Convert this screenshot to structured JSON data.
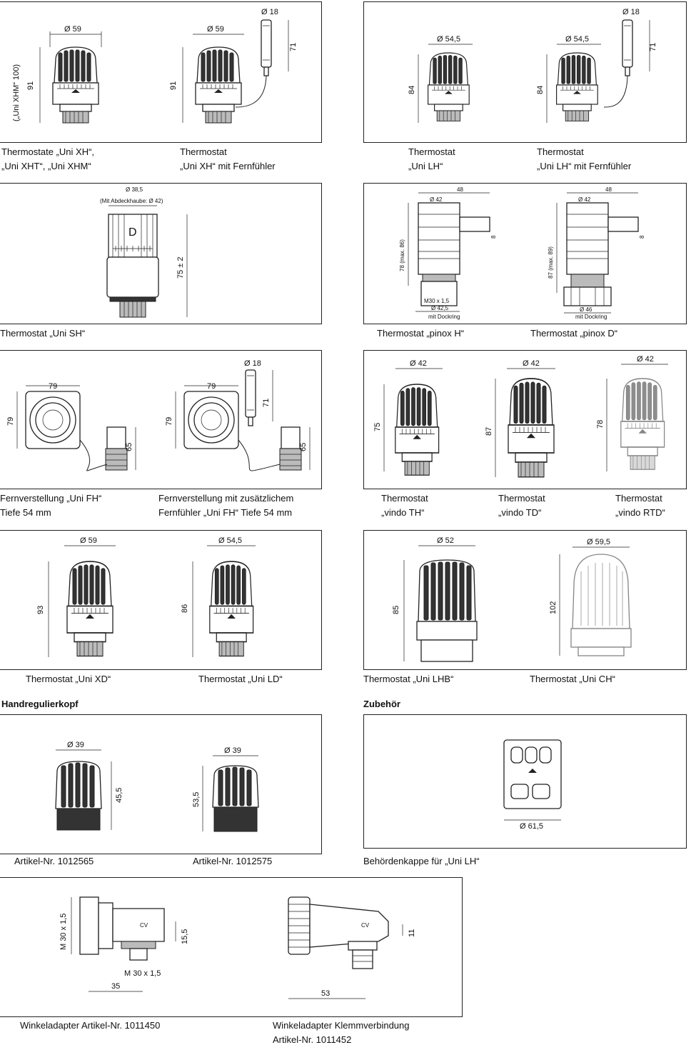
{
  "sections": {
    "handregulierkopf": "Handregulierkopf",
    "zubehoer": "Zubehör"
  },
  "panels": [
    {
      "items": [
        {
          "caption": [
            "Thermostate „Uni XH“,",
            "„Uni XHT“, „Uni XHM“"
          ],
          "dims": {
            "diameter": "Ø 59",
            "height": "91",
            "side": "(„Uni XHM“ 100)"
          }
        },
        {
          "caption": [
            "Thermostat",
            "„Uni XH“ mit Fernfühler"
          ],
          "dims": {
            "diameter": "Ø 59",
            "height": "91",
            "sensor_diameter": "Ø 18",
            "sensor_height": "71"
          }
        }
      ]
    },
    {
      "items": [
        {
          "caption": [
            "Thermostat",
            "„Uni LH“"
          ],
          "dims": {
            "diameter": "Ø 54,5",
            "height": "84"
          }
        },
        {
          "caption": [
            "Thermostat",
            "„Uni LH“ mit Fernfühler"
          ],
          "dims": {
            "diameter": "Ø 54,5",
            "height": "84",
            "sensor_diameter": "Ø 18",
            "sensor_height": "71"
          }
        }
      ]
    },
    {
      "items": [
        {
          "caption": [
            "Thermostat „Uni SH“"
          ],
          "dims": {
            "diameter": "Ø 38,5",
            "note": "(Mit Abdeckhaube: Ø 42)",
            "height": "75 ± 2"
          }
        }
      ]
    },
    {
      "items": [
        {
          "caption": [
            "Thermostat „pinox H“"
          ],
          "dims": {
            "width": "48",
            "diameter": "Ø 42",
            "height": "78 (max. 86)",
            "side": "8",
            "thread": "M30 x 1,5",
            "bottom": "Ø 42,5",
            "bottom_note": "mit Dockring"
          }
        },
        {
          "caption": [
            "Thermostat „pinox D“"
          ],
          "dims": {
            "width": "48",
            "diameter": "Ø 42",
            "height": "87 (max. 89)",
            "side": "8",
            "bottom": "Ø 46",
            "bottom_note": "mit Dockring"
          }
        }
      ]
    },
    {
      "items": [
        {
          "caption": [
            "Fernverstellung „Uni FH“",
            "Tiefe 54 mm"
          ],
          "dims": {
            "width": "79",
            "height": "79",
            "sensor": "65"
          }
        },
        {
          "caption": [
            "Fernverstellung mit zusätzlichem",
            "Fernfühler „Uni FH“ Tiefe 54 mm"
          ],
          "dims": {
            "width": "79",
            "height": "79",
            "sensor_diameter": "Ø 18",
            "sensor_height": "71",
            "sensor": "65"
          }
        }
      ]
    },
    {
      "items": [
        {
          "caption": [
            "Thermostat",
            "„vindo TH“"
          ],
          "dims": {
            "diameter": "Ø 42",
            "height": "75"
          }
        },
        {
          "caption": [
            "Thermostat",
            "„vindo TD“"
          ],
          "dims": {
            "diameter": "Ø 42",
            "height": "87"
          }
        },
        {
          "caption": [
            "Thermostat",
            "„vindo RTD“"
          ],
          "dims": {
            "diameter": "Ø 42",
            "height": "78"
          }
        }
      ]
    },
    {
      "items": [
        {
          "caption": [
            "Thermostat „Uni XD“"
          ],
          "dims": {
            "diameter": "Ø 59",
            "height": "93"
          }
        },
        {
          "caption": [
            "Thermostat „Uni LD“"
          ],
          "dims": {
            "diameter": "Ø 54,5",
            "height": "86"
          }
        }
      ]
    },
    {
      "items": [
        {
          "caption": [
            "Thermostat „Uni LHB“"
          ],
          "dims": {
            "diameter": "Ø 52",
            "height": "85"
          }
        },
        {
          "caption": [
            "Thermostat „Uni CH“"
          ],
          "dims": {
            "diameter": "Ø 59,5",
            "height": "102"
          }
        }
      ]
    },
    {
      "items": [
        {
          "caption": [
            "Artikel-Nr. 1012565"
          ],
          "dims": {
            "diameter": "Ø 39",
            "height": "45,5"
          }
        },
        {
          "caption": [
            "Artikel-Nr. 1012575"
          ],
          "dims": {
            "diameter": "Ø 39",
            "height": "53,5"
          }
        }
      ]
    },
    {
      "items": [
        {
          "caption": [
            "Behördenkappe für „Uni LH“"
          ],
          "dims": {
            "diameter": "Ø 61,5"
          }
        }
      ]
    },
    {
      "items": [
        {
          "caption": [
            "Winkeladapter Artikel-Nr. 1011450"
          ],
          "dims": {
            "thread_side": "M 30 x 1,5",
            "thread_bottom": "M 30 x 1,5",
            "height": "15,5",
            "width": "35",
            "label": "CV"
          }
        },
        {
          "caption": [
            "Winkeladapter Klemmverbindung",
            "Artikel-Nr. 1011452"
          ],
          "dims": {
            "height": "11",
            "width": "53",
            "label": "CV"
          }
        }
      ]
    }
  ]
}
